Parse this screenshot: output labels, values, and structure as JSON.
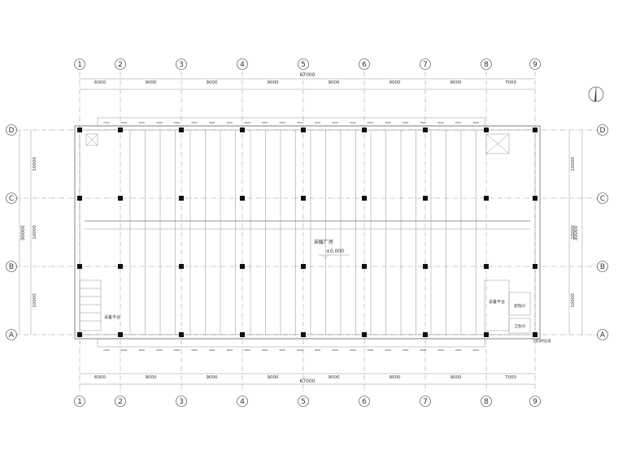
{
  "axes": {
    "columns": [
      "1",
      "2",
      "3",
      "4",
      "5",
      "6",
      "7",
      "8",
      "9"
    ],
    "rows": [
      "D",
      "C",
      "B",
      "A"
    ]
  },
  "dimensions": {
    "horizontal_spans": [
      "6000",
      "9000",
      "9000",
      "9000",
      "9000",
      "9000",
      "9000",
      "7000"
    ],
    "horizontal_total": "67000",
    "vertical_spans": [
      "10000",
      "10000",
      "10000"
    ],
    "vertical_total": "30000"
  },
  "labels": {
    "hall_name": "采暖厂房",
    "elevation": "±0.000",
    "equipment_room_left": "设备平台",
    "equipment_room_right": "设备平台",
    "room_right_a": "配电间",
    "room_right_b": "卫生间",
    "note": "工程说明见图"
  },
  "bay_dims": [
    "1500",
    "1500",
    "3000",
    "3000",
    "3000",
    "3000",
    "3000",
    "3000",
    "3000",
    "3000",
    "3000",
    "3000",
    "3000",
    "3000",
    "3000",
    "3000",
    "3000",
    "3000",
    "3000",
    "3000",
    "2000",
    "2000"
  ],
  "north_arrow": "north-arrow-icon"
}
